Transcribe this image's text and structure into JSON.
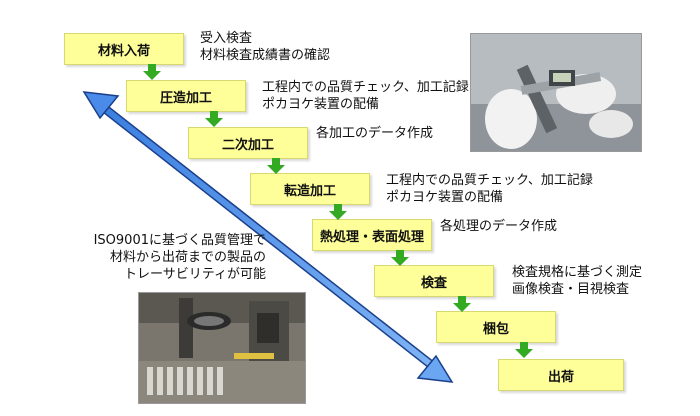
{
  "steps": [
    {
      "label": "材料入荷"
    },
    {
      "label": "圧造加工"
    },
    {
      "label": "二次加工"
    },
    {
      "label": "転造加工"
    },
    {
      "label": "熱処理・表面処理"
    },
    {
      "label": "検査"
    },
    {
      "label": "梱包"
    },
    {
      "label": "出荷"
    }
  ],
  "notes": {
    "incoming": [
      "受入検査",
      "材料検査成績書の確認"
    ],
    "heading": [
      "工程内での品質チェック、加工記録",
      "ポカヨケ装置の配備"
    ],
    "secondary": [
      "各加工のデータ作成"
    ],
    "rolling": [
      "工程内での品質チェック、加工記録",
      "ポカヨケ装置の配備"
    ],
    "heat": [
      "各処理のデータ作成"
    ],
    "inspection": [
      "検査規格に基づく測定",
      "画像検査・目視検査"
    ]
  },
  "iso_text": [
    "ISO9001に基づく品質管理で",
    "材料から出荷までの製品の",
    "トレーサビリティが可能"
  ],
  "colors": {
    "step_fill": "#ffff99",
    "flow_arrow": "#33aa22",
    "traceability_arrow": "#5599ee"
  }
}
